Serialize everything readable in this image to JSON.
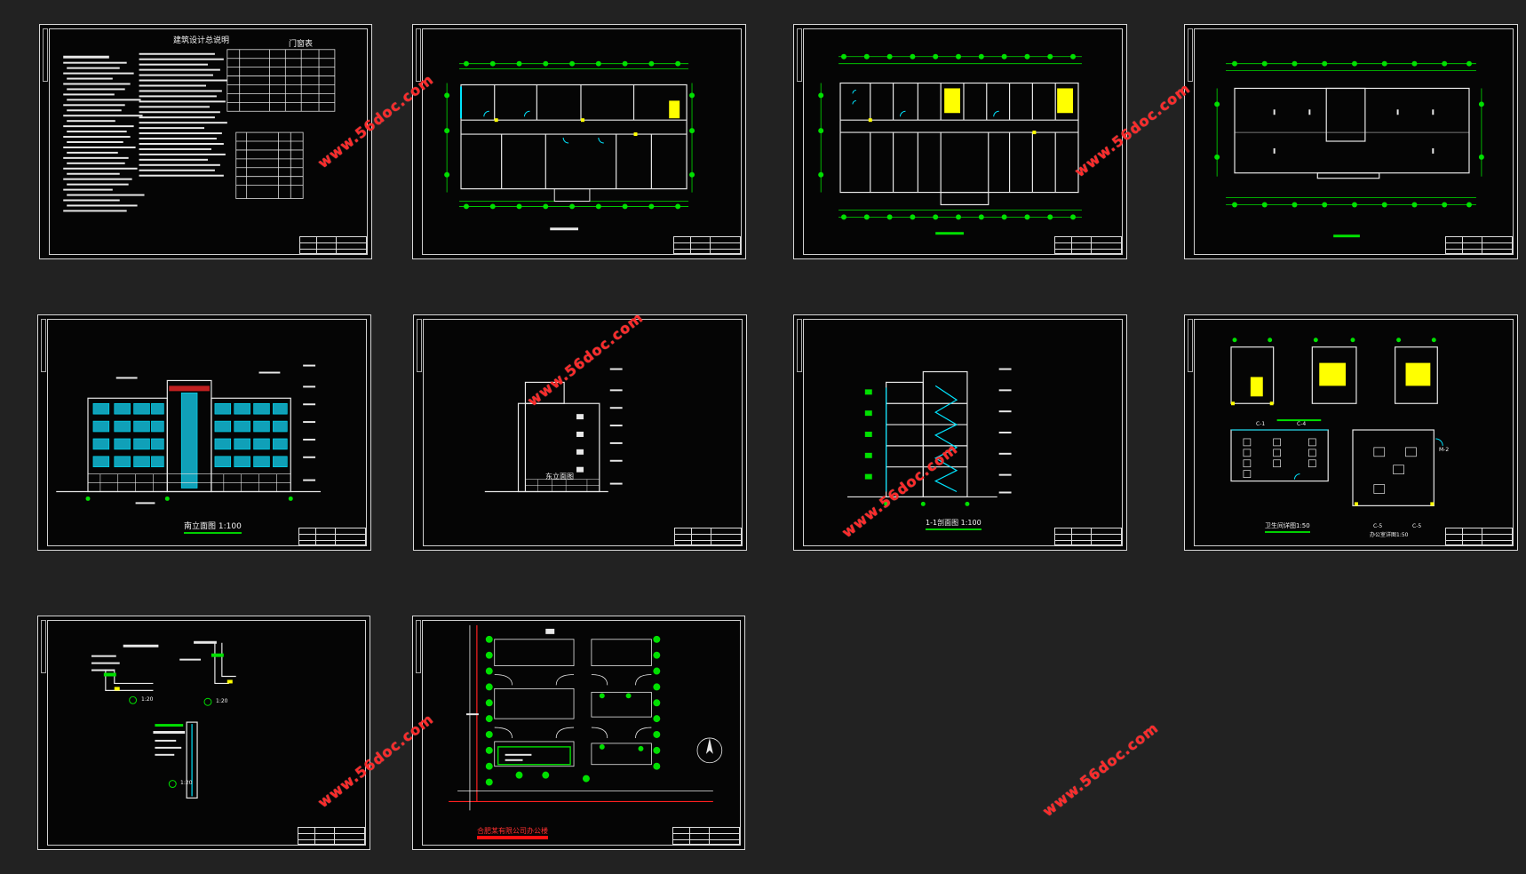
{
  "watermark_text": "www.56doc.com",
  "sheets": {
    "s1": {
      "title": "建筑设计总说明",
      "table_title": "门窗表"
    },
    "s5": {
      "title": "南立面图",
      "scale": "1:100"
    },
    "s6": {
      "title": "东立面图"
    },
    "s7": {
      "title": "1-1剖面图",
      "scale": "1:100"
    },
    "s8": {
      "title_left": "卫生间详图1:50",
      "title_right": "办公室详图1:50",
      "labels": [
        "C-1",
        "C-4",
        "M-2",
        "C-5",
        "C-5"
      ]
    },
    "s9": {
      "labels": [
        "1:20",
        "1:20",
        "1:20"
      ]
    },
    "s10": {
      "title": "合肥某有限公司办公楼"
    }
  },
  "colors": {
    "background": "#222222",
    "sheet": "#050505",
    "line_green": "#00e000",
    "line_cyan": "#00e5ff",
    "line_yellow": "#ffff00",
    "watermark": "#ff2a2a"
  }
}
